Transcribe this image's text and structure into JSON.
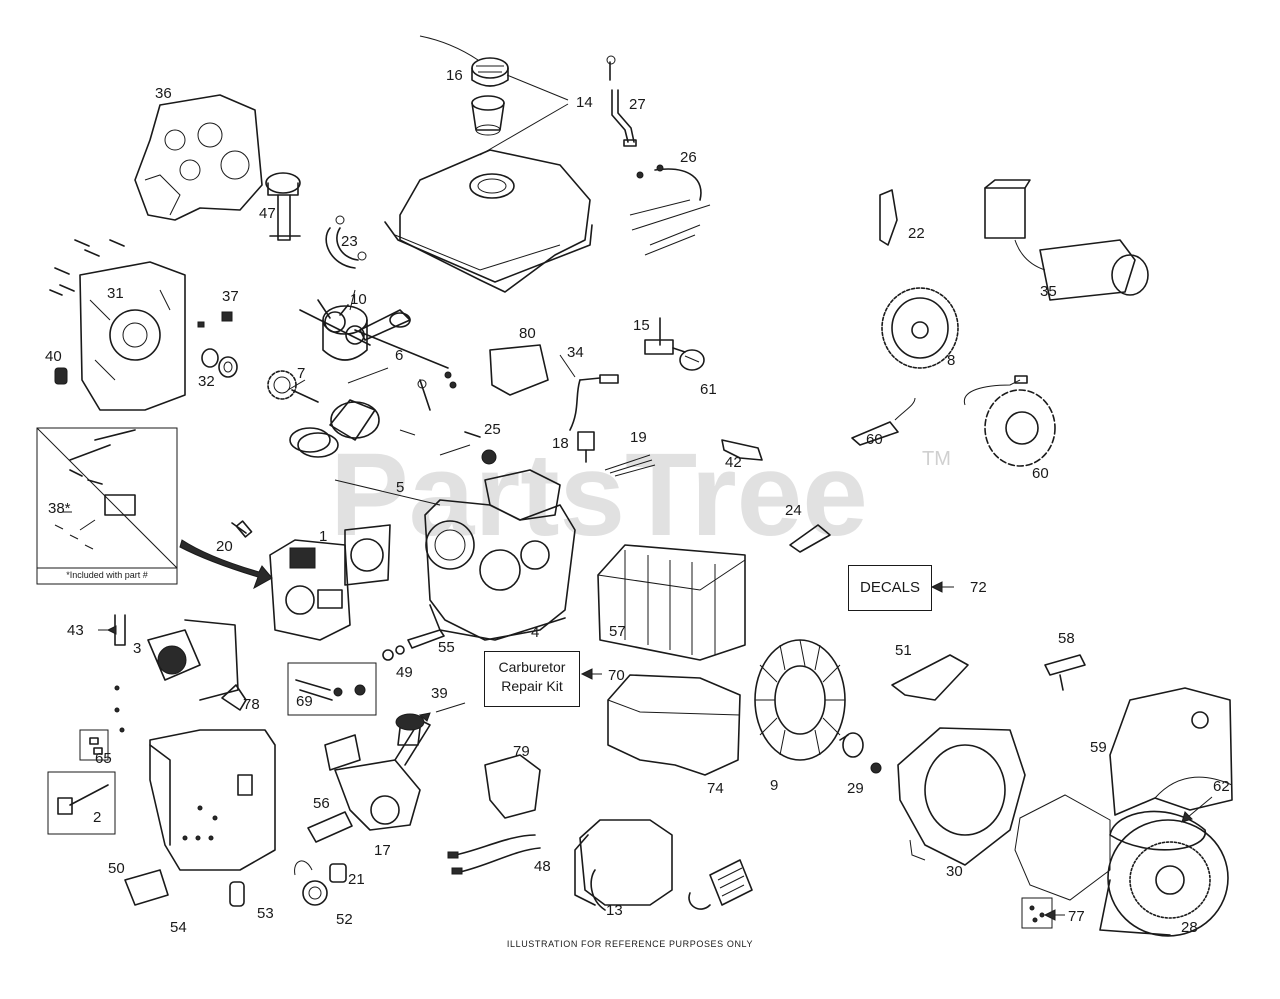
{
  "watermark": {
    "text": "PartsTree",
    "tm": "TM"
  },
  "boxes": {
    "decals": "DECALS",
    "carb_line1": "Carburetor",
    "carb_line2": "Repair Kit"
  },
  "inset": {
    "note": "*Included with part #"
  },
  "footer": "ILLUSTRATION FOR REFERENCE PURPOSES ONLY",
  "callouts": [
    "1",
    "2",
    "3",
    "4",
    "5",
    "6",
    "7",
    "8",
    "9",
    "10",
    "13",
    "14",
    "15",
    "16",
    "17",
    "18",
    "19",
    "20",
    "21",
    "22",
    "23",
    "24",
    "25",
    "26",
    "27",
    "28",
    "29",
    "30",
    "31",
    "32",
    "34",
    "35",
    "36",
    "37",
    "38*",
    "39",
    "40",
    "42",
    "43",
    "47",
    "48",
    "49",
    "50",
    "51",
    "52",
    "53",
    "54",
    "55",
    "56",
    "57",
    "58",
    "59",
    "60",
    "60",
    "61",
    "62",
    "65",
    "69",
    "70",
    "72",
    "74",
    "77",
    "78",
    "79",
    "80"
  ]
}
